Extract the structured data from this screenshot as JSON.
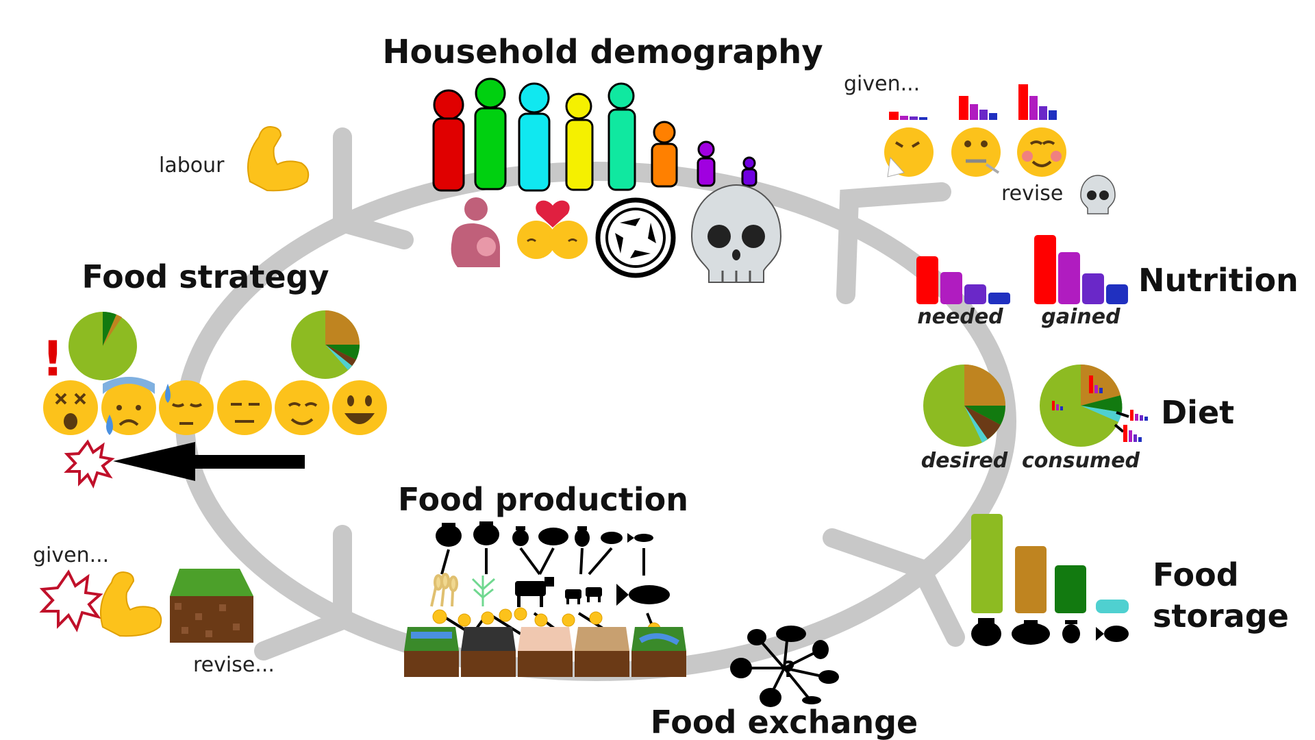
{
  "headings": {
    "demography": "Household demography",
    "strategy": "Food strategy",
    "nutrition": "Nutrition",
    "diet": "Diet",
    "storage_line1": "Food",
    "storage_line2": "storage",
    "production": "Food production",
    "exchange": "Food exchange"
  },
  "labels": {
    "labour": "labour",
    "given_top": "given...",
    "revise_top": "revise",
    "needed": "needed",
    "gained": "gained",
    "desired": "desired",
    "consumed": "consumed",
    "given_bottom": "given...",
    "revise_bottom": "revise...",
    "exclaim": "!",
    "question": "?"
  },
  "colors": {
    "cycle": "#c8c8c8",
    "nutrient_red": "#ff0000",
    "nutrient_magenta": "#b01cc0",
    "nutrient_purple": "#6a28c8",
    "nutrient_blue": "#2030c0",
    "food_green": "#8dbb22",
    "food_brown": "#bf8420",
    "food_darkgreen": "#127a10",
    "food_cyan": "#4fd0d0",
    "food_darkbrown": "#6b3a16",
    "emoji_yellow": "#fcc21b"
  },
  "icons": [
    "muscle-icon",
    "person-icon",
    "breastfeeding-icon",
    "kiss-icon",
    "cycle-icon",
    "skull-icon",
    "face-icon",
    "explosion-icon",
    "arrow-icon",
    "land-tile-icon",
    "pot-icon",
    "cow-icon",
    "fish-icon",
    "wheat-icon"
  ]
}
